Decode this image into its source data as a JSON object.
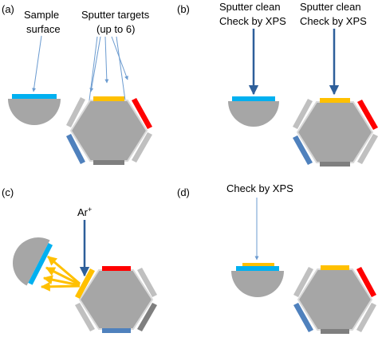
{
  "colors": {
    "sample_gray": "#a6a6a6",
    "hex_gray": "#a6a6a6",
    "hex_outline": "#d9d9d9",
    "light_gray_target": "#c0c0c0",
    "dark_gray_target": "#7f7f7f",
    "cyan_surface": "#00b0f0",
    "yellow_target": "#ffc000",
    "red_target": "#ff0000",
    "blue_target": "#4f81bd",
    "arrow_blue": "#2e5f9a",
    "pointer_blue": "#6b9bd0"
  },
  "panels": {
    "a": {
      "label": "(a)",
      "sample_label_line1": "Sample",
      "sample_label_line2": "surface",
      "targets_label_line1": "Sputter targets",
      "targets_label_line2": "(up to 6)"
    },
    "b": {
      "label": "(b)",
      "left_line1": "Sputter clean",
      "left_line2": "Check by XPS",
      "right_line1": "Sputter clean",
      "right_line2": "Check by XPS"
    },
    "c": {
      "label": "(c)",
      "ion_label": "Ar",
      "ion_charge": "+"
    },
    "d": {
      "label": "(d)",
      "check_label": "Check by XPS"
    }
  }
}
